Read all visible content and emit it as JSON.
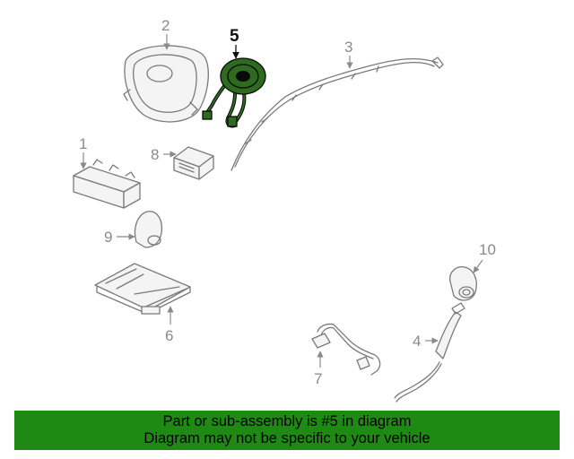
{
  "callouts": {
    "c1": "1",
    "c2": "2",
    "c3": "3",
    "c4": "4",
    "c5": "5",
    "c6": "6",
    "c7": "7",
    "c8": "8",
    "c9": "9",
    "c10": "10"
  },
  "highlighted_part": "5",
  "banner": {
    "line1": "Part or sub-assembly is #5 in diagram",
    "line2": "Diagram may not be specific to your vehicle"
  },
  "colors": {
    "highlight": "#2e6b1f",
    "banner": "#1f8a13",
    "line": "#7a7a7a"
  }
}
